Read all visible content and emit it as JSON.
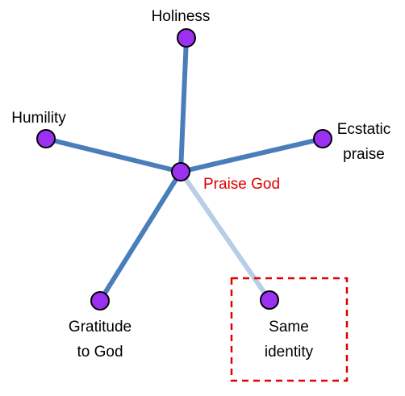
{
  "colors": {
    "edge": "#4a7ebb",
    "edge_faded": "#b8cde6",
    "node_fill": "#9b30f0",
    "node_stroke": "#000000",
    "center_label": "#e00000",
    "highlight_box": "#e00000"
  },
  "center": {
    "label": "Praise God"
  },
  "nodes": [
    {
      "id": "holiness",
      "lines": [
        "Holiness"
      ],
      "faded": false,
      "highlighted": false
    },
    {
      "id": "humility",
      "lines": [
        "Humility"
      ],
      "faded": false,
      "highlighted": false
    },
    {
      "id": "ecstatic-praise",
      "lines": [
        "Ecstatic",
        "praise"
      ],
      "faded": false,
      "highlighted": false
    },
    {
      "id": "gratitude-to-god",
      "lines": [
        "Gratitude",
        "to God"
      ],
      "faded": false,
      "highlighted": false
    },
    {
      "id": "same-identity",
      "lines": [
        "Same",
        "identity"
      ],
      "faded": true,
      "highlighted": true
    }
  ]
}
